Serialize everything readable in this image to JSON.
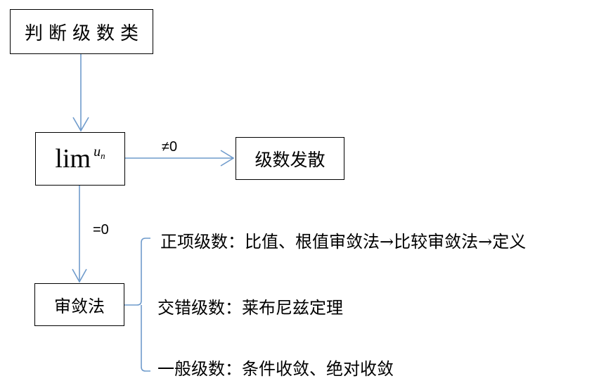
{
  "diagram": {
    "title": "判断级数类",
    "limit_node": {
      "prefix": "lim",
      "variable": "u",
      "subscript": "n"
    },
    "diverge_node": "级数发散",
    "test_node": "审敛法",
    "edge_not_zero": "≠0",
    "edge_zero": "=0",
    "branches": [
      "正项级数：比值、根值审敛法→比较审敛法→定义",
      "交错级数：莱布尼兹定理",
      "一般级数：条件收敛、绝对收敛"
    ],
    "line_color": "#6f9bcc"
  }
}
